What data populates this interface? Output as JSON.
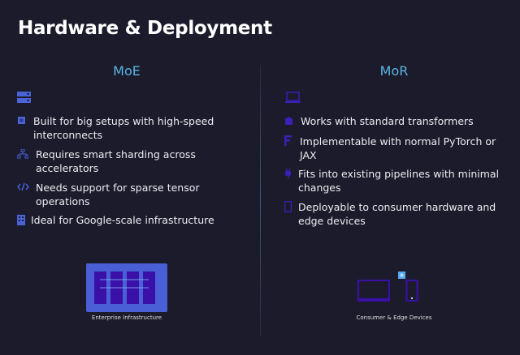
{
  "title": "Hardware & Deployment",
  "moe": {
    "heading": "MoE",
    "items": [
      "Built for big setups with high-speed interconnects",
      "Requires smart sharding across accelerators",
      "Needs support for sparse tensor operations",
      "Ideal for Google-scale infrastructure"
    ],
    "caption": "Enterprise Infrastructure"
  },
  "mor": {
    "heading": "MoR",
    "items": [
      "Works with standard transformers",
      "Implementable with normal PyTorch or JAX",
      "Fits into existing pipelines with minimal changes",
      "Deployable to consumer hardware and edge devices"
    ],
    "caption": "Consumer & Edge Devices"
  },
  "colors": {
    "heading": "#5bb4e4",
    "moe_icon": "#4a63d8",
    "mor_icon": "#3a1fb8"
  }
}
